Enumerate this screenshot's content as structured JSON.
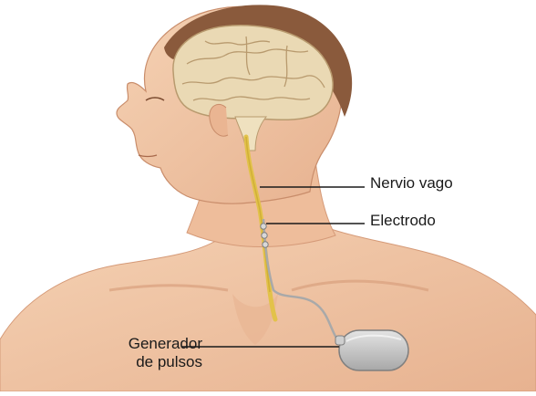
{
  "labels": {
    "nervio": "Nervio vago",
    "electrodo": "Electrodo",
    "generador_line1": "Generador",
    "generador_line2": "de pulsos"
  },
  "colors": {
    "skin": "#f2c9a8",
    "skin_shadow": "#e3ab87",
    "hair": "#8a5a3c",
    "brain": "#ead9b4",
    "brain_outline": "#b89a6e",
    "nerve": "#e2c24a",
    "lead": "#a9a9a9",
    "generator": "#c9c9c9"
  }
}
